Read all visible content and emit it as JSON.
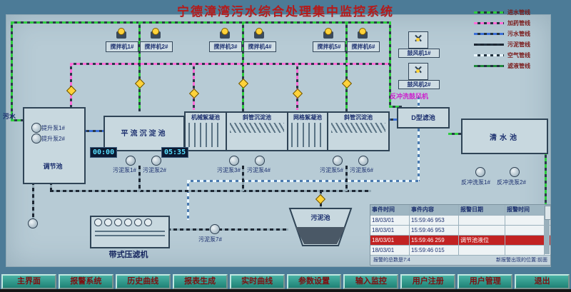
{
  "title": "宁德漳湾污水综合处理集中监控系统",
  "legend": {
    "items": [
      {
        "label": "进水管线",
        "color": "#2ecc40"
      },
      {
        "label": "加药管线",
        "color": "#ff6ed8"
      },
      {
        "label": "污水管线",
        "color": "#3a6fd8"
      },
      {
        "label": "污泥管线",
        "color": "#1d2733"
      },
      {
        "label": "空气管线",
        "color": "#e8f6ff"
      },
      {
        "label": "滤液管线",
        "color": "#1f8a3c"
      }
    ]
  },
  "diagram": {
    "inlet_label": "污水",
    "tanks": {
      "tiaojiechi": "调节池",
      "pingliu": "平流沉淀池",
      "jixie": "机械絮凝池",
      "xieguan1": "斜管沉淀池",
      "wangge": "网格絮凝池",
      "xieguan2": "斜管沉淀池",
      "dxing": "D型滤池",
      "qingshui": "清水池",
      "wunichi": "污泥池",
      "yalvji": "带式压滤机"
    },
    "mixers": [
      "搅拌机1#",
      "搅拌机2#",
      "搅拌机3#",
      "搅拌机4#",
      "搅拌机5#",
      "搅拌机6#"
    ],
    "blowers": {
      "b1": "鼓风机1#",
      "b2": "鼓风机2#",
      "backwash": "反冲洗鼓风机"
    },
    "lift_pumps": [
      "提升泵1#",
      "提升泵2#"
    ],
    "sludge_pumps": [
      "污泥泵1#",
      "污泥泵2#",
      "污泥泵3#",
      "污泥泵4#",
      "污泥泵5#",
      "污泥泵6#",
      "污泥泵7#"
    ],
    "backwash_pumps": [
      "反冲洗泵1#",
      "反冲洗泵2#"
    ],
    "timers": {
      "t1": "00:00",
      "t2": "05:35"
    }
  },
  "alarm_table": {
    "headers": [
      "事件时间",
      "事件内容",
      "报警日期",
      "报警时间"
    ],
    "rows": [
      {
        "cells": [
          "18/03/01",
          "15:59:46 953",
          "",
          ""
        ],
        "alert": false
      },
      {
        "cells": [
          "18/03/01",
          "15:59:46 953",
          "",
          ""
        ],
        "alert": false
      },
      {
        "cells": [
          "18/03/01",
          "15:59:46 259",
          "调节池液位",
          ""
        ],
        "alert": true
      },
      {
        "cells": [
          "18/03/01",
          "15:59:46 015",
          "",
          ""
        ],
        "alert": false
      }
    ],
    "footer_left": "报警的总数是7:4",
    "footer_right": "新报警出现的位置:前面"
  },
  "menu": {
    "buttons": [
      "主界面",
      "报警系统",
      "历史曲线",
      "报表生成",
      "实时曲线",
      "参数设置",
      "输入监控",
      "用户注册",
      "用户管理",
      "退出"
    ]
  }
}
